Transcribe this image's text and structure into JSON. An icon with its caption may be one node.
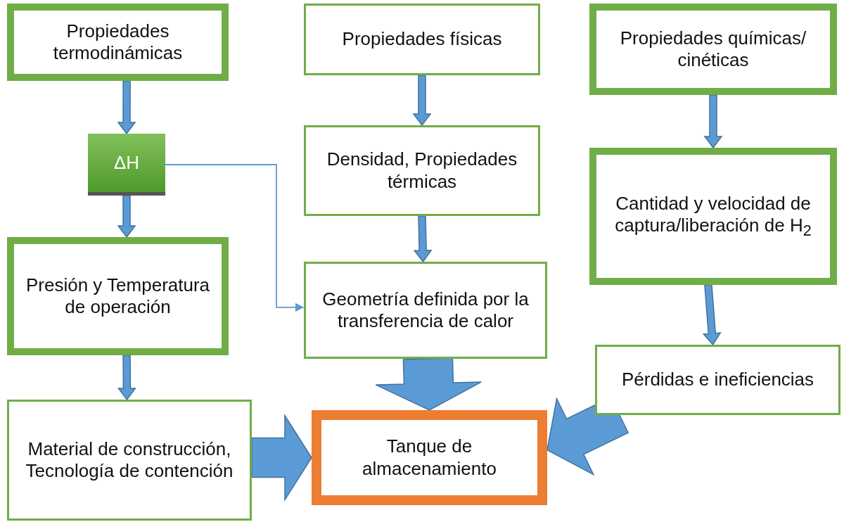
{
  "diagram": {
    "nodes": [
      {
        "text": [
          "Propiedades termodinámicas"
        ]
      },
      {
        "text": [
          "Propiedades físicas"
        ]
      },
      {
        "text": [
          "Propiedades químicas/ cinéticas"
        ]
      },
      {
        "text": [
          "ΔH"
        ]
      },
      {
        "text": [
          "Densidad, Propiedades térmicas"
        ]
      },
      {
        "text": [
          "Cantidad y velocidad de captura/liberación de H$_{2}$"
        ]
      },
      {
        "text": [
          "Presión y Temperatura de operación"
        ]
      },
      {
        "text": [
          "Geometría definida por la transferencia de calor"
        ]
      },
      {
        "text": [
          "Pérdidas e ineficiencias"
        ]
      },
      {
        "text": [
          "Material de construcción, Tecnología de contención"
        ]
      },
      {
        "text": [
          "Tanque de almacenamiento"
        ]
      }
    ],
    "edges": [
      {
        "from": 0,
        "to": 3,
        "arrow": "to",
        "style": "thick"
      },
      {
        "from": 3,
        "to": 6,
        "arrow": "to",
        "style": "thick"
      },
      {
        "from": 6,
        "to": 9,
        "arrow": "to",
        "style": "thick"
      },
      {
        "from": 3,
        "to": 7,
        "arrow": "to"
      },
      {
        "from": 1,
        "to": 4,
        "arrow": "to",
        "style": "thick"
      },
      {
        "from": 4,
        "to": 7,
        "arrow": "to",
        "style": "thick"
      },
      {
        "from": 2,
        "to": 5,
        "arrow": "to",
        "style": "thick"
      },
      {
        "from": 5,
        "to": 8,
        "arrow": "to",
        "style": "thick"
      },
      {
        "from": 7,
        "to": 10,
        "arrow": "to",
        "style": "thick"
      },
      {
        "from": 9,
        "to": 10,
        "arrow": "to",
        "style": "thick"
      },
      {
        "from": 8,
        "to": 10,
        "arrow": "to",
        "style": "thick"
      }
    ]
  }
}
